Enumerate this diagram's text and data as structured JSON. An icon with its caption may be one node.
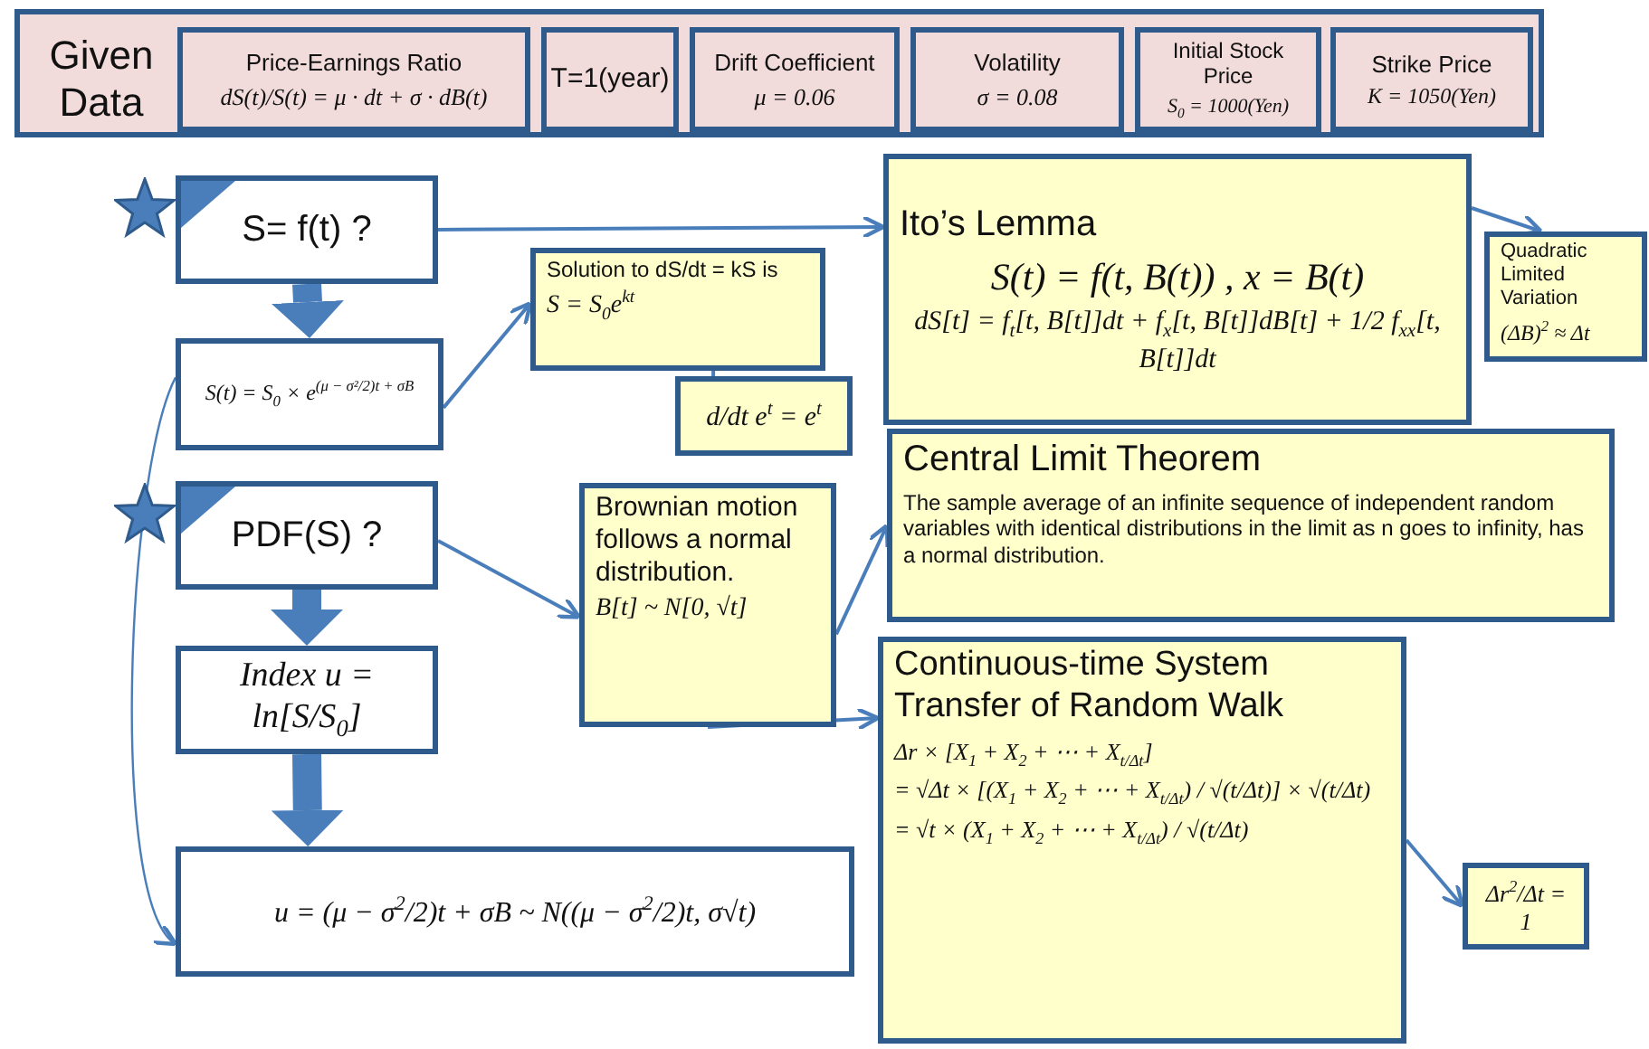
{
  "diagram": {
    "nodes": [
      {
        "text": [
          "Given Data"
        ]
      },
      {
        "text": [
          "Price-Earnings Ratio",
          "dS(t)/S(t) = μ · dt + σ · dB(t)"
        ],
        "in": 0
      },
      {
        "text": [
          "T=1(year)"
        ],
        "in": 0
      },
      {
        "text": [
          "Drift Coefficient",
          "μ = 0.06"
        ],
        "in": 0
      },
      {
        "text": [
          "Volatility",
          "σ = 0.08"
        ],
        "in": 0
      },
      {
        "text": [
          "Initial Stock Price",
          "S$_{0}$ = 1000(Yen)"
        ],
        "in": 0
      },
      {
        "text": [
          "Strike Price",
          "K = 1050(Yen)"
        ],
        "in": 0
      },
      {
        "text": [
          "S= f(t) ?"
        ]
      },
      {
        "text": [
          "S(t) = S$_{0}$ × e$^{(μ − σ²/2)t + σB}$"
        ]
      },
      {
        "text": [
          "Solution to dS/dt = kS is",
          "S = S$_{0}$e$^{kt}$"
        ]
      },
      {
        "text": [
          "d/dt e$^{t}$ = e$^{t}$"
        ]
      },
      {
        "text": [
          "Ito’s Lemma",
          "S(t) = f(t, B(t)) , x = B(t)",
          "dS[t] = f$_{t}$[t, B[t]]dt + f$_{x}$[t, B[t]]dB[t] + 1/2 f$_{xx}$[t, B[t]]dt"
        ]
      },
      {
        "text": [
          "Quadratic Limited Variation",
          "(ΔB)$^{2}$ ≈ Δt"
        ]
      },
      {
        "text": [
          "PDF(S) ?"
        ]
      },
      {
        "text": [
          "Brownian motion follows a normal distribution.",
          "B[t] ~ N[0, √t]"
        ]
      },
      {
        "text": [
          "Central Limit Theorem",
          "The sample average of an infinite sequence of independent random variables with identical distributions in the limit as n goes to infinity, has a normal distribution."
        ]
      },
      {
        "text": [
          "Index u = ln[S/S$_{0}$]"
        ]
      },
      {
        "text": [
          "Continuous-time System Transfer of Random Walk",
          "Δr × [X$_{1}$ + X$_{2}$ + ⋯ + X$_{t/Δt}$]",
          "= √Δt × [(X$_{1}$ + X$_{2}$ + ⋯ + X$_{t/Δt}$) / √(t/Δt)] × √(t/Δt)",
          "= √t × (X$_{1}$ + X$_{2}$ + ⋯ + X$_{t/Δt}$) / √(t/Δt)"
        ]
      },
      {
        "text": [
          "Δr$^{2}$/Δt = 1"
        ]
      },
      {
        "text": [
          "u = (μ − σ$^{2}$/2)t + σB ~ N((μ − σ$^{2}$/2)t, σ√t)"
        ]
      }
    ],
    "edges": [
      {
        "from": 7,
        "to": 8,
        "arrow": "to",
        "style": "thick"
      },
      {
        "from": 13,
        "to": 16,
        "arrow": "to",
        "style": "thick"
      },
      {
        "from": 16,
        "to": 19,
        "arrow": "to",
        "style": "thick"
      },
      {
        "from": 7,
        "to": 11,
        "arrow": "to"
      },
      {
        "from": 8,
        "to": 9,
        "arrow": "to"
      },
      {
        "from": 9,
        "to": 10,
        "arrow": "to"
      },
      {
        "from": 11,
        "to": 12,
        "arrow": "to"
      },
      {
        "from": 13,
        "to": 14,
        "arrow": "to"
      },
      {
        "from": 14,
        "to": 15,
        "arrow": "to"
      },
      {
        "from": 14,
        "to": 17,
        "arrow": "to"
      },
      {
        "from": 17,
        "to": 18,
        "arrow": "to"
      },
      {
        "from": 8,
        "to": 19,
        "arrow": "to"
      }
    ]
  }
}
